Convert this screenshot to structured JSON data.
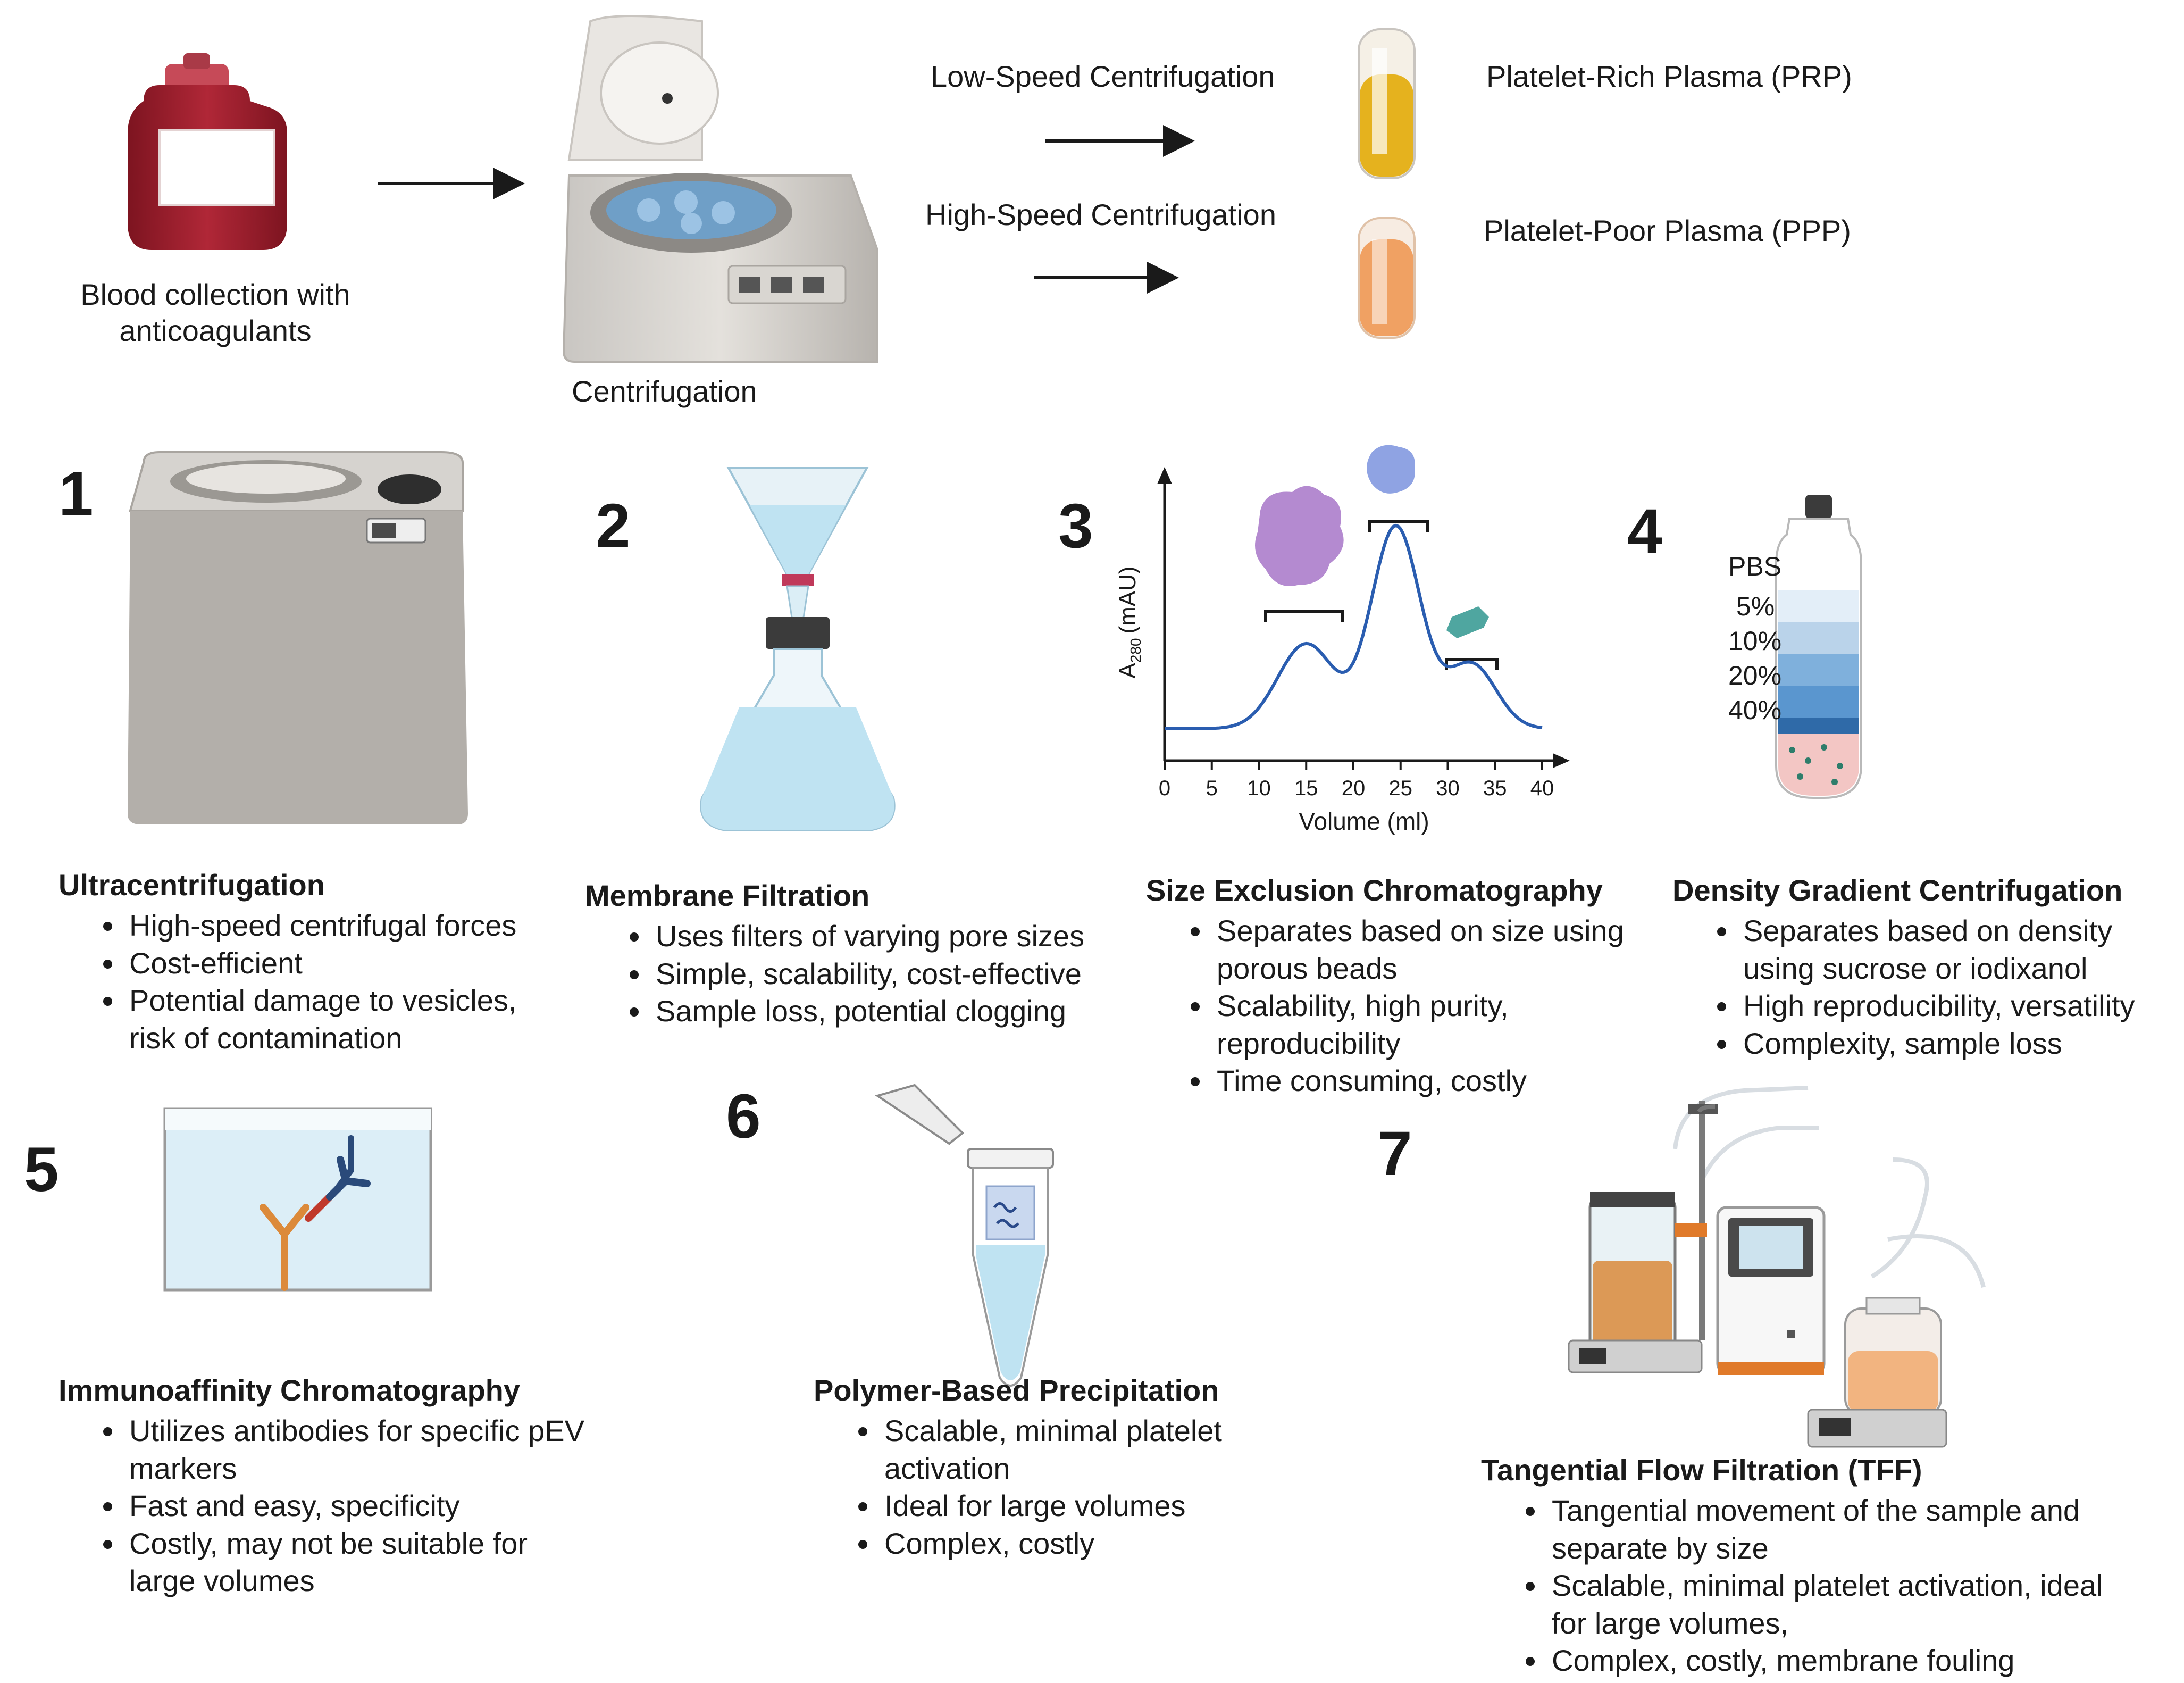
{
  "top_flow": {
    "blood_label": "Blood collection with anticoagulants",
    "centrifuge_label": "Centrifugation",
    "low_speed_label": "Low-Speed Centrifugation",
    "high_speed_label": "High-Speed Centrifugation",
    "prp_label": "Platelet-Rich Plasma (PRP)",
    "ppp_label": "Platelet-Poor Plasma (PPP)"
  },
  "methods": [
    {
      "number": "1",
      "title": "Ultracentrifugation",
      "bullets": [
        "High-speed centrifugal forces",
        "Cost-efficient",
        "Potential damage to vesicles, risk of contamination"
      ]
    },
    {
      "number": "2",
      "title": "Membrane Filtration",
      "bullets": [
        "Uses filters of varying pore sizes",
        "Simple, scalability, cost-effective",
        "Sample loss, potential clogging"
      ]
    },
    {
      "number": "3",
      "title": "Size Exclusion Chromatography",
      "bullets": [
        "Separates based on size using porous beads",
        "Scalability, high purity, reproducibility",
        "Time consuming, costly"
      ]
    },
    {
      "number": "4",
      "title": "Density Gradient Centrifugation",
      "bullets": [
        "Separates based on density using sucrose or iodixanol",
        "High reproducibility, versatility",
        "Complexity, sample loss"
      ]
    },
    {
      "number": "5",
      "title": "Immunoaffinity Chromatography",
      "bullets": [
        "Utilizes antibodies for specific pEV markers",
        "Fast and easy, specificity",
        "Costly,  may not be suitable for large volumes"
      ]
    },
    {
      "number": "6",
      "title": "Polymer-Based Precipitation",
      "bullets": [
        "Scalable, minimal platelet activation",
        "Ideal for large volumes",
        "Complex, costly"
      ]
    },
    {
      "number": "7",
      "title": "Tangential Flow Filtration (TFF)",
      "bullets": [
        "Tangential movement of the sample and separate by size",
        "Scalable, minimal platelet activation, ideal for large volumes,",
        "Complex, costly,  membrane fouling"
      ]
    }
  ],
  "sec_chart": {
    "y_label_main": "A",
    "y_label_sub": "280",
    "y_label_unit": "(mAU)",
    "x_label": "Volume (ml)",
    "x_ticks": [
      "0",
      "5",
      "10",
      "15",
      "20",
      "25",
      "30",
      "35",
      "40"
    ],
    "xlim": [
      0,
      40
    ],
    "peaks": [
      {
        "center": 15,
        "height": 0.42,
        "width": 3.0
      },
      {
        "center": 24.5,
        "height": 1.0,
        "width": 2.6
      },
      {
        "center": 32.5,
        "height": 0.32,
        "width": 2.6
      }
    ],
    "line_color": "#2a5db0"
  },
  "gradient_tube": {
    "layers": [
      "PBS",
      "5%",
      "10%",
      "20%",
      "40%"
    ]
  },
  "colors": {
    "blood": "#a31f2c",
    "prp": "#e5b21e",
    "ppp": "#f0a163",
    "liquid": "#bfe3f2",
    "protein_large": "#b48ad0",
    "protein_medium": "#8fa3e3",
    "protein_small": "#4fa6a0"
  }
}
